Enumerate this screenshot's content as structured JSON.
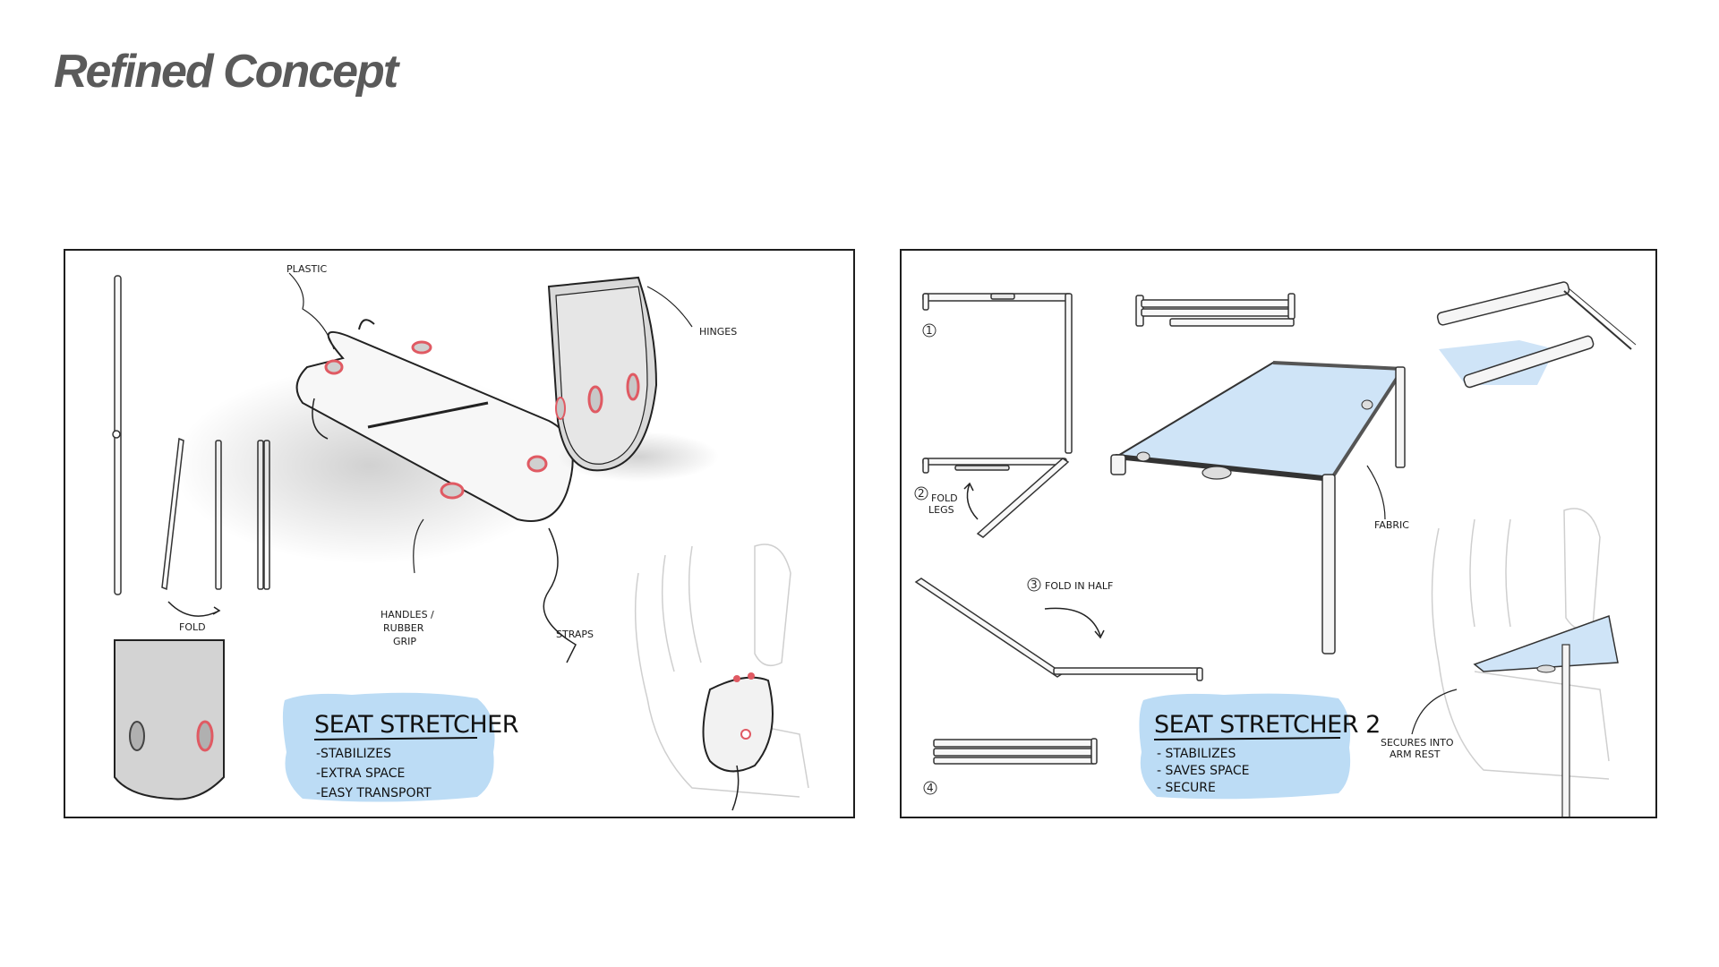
{
  "title": "Refined Concept",
  "colors": {
    "title": "#5a5a5a",
    "panel_border": "#1e1e1e",
    "fabric_blue": "#cfe4f7",
    "card_blue": "#bcdcf5",
    "grip_red": "#e05a63",
    "board_gray": "#d7d7d7"
  },
  "left_panel": {
    "labels": {
      "plastic": "PLASTIC",
      "hinges": "HINGES",
      "fold": "FOLD",
      "handles": [
        "HANDLES /",
        "RUBBER",
        "GRIP"
      ],
      "straps": "STRAPS"
    },
    "card": {
      "title": "SEAT STRETCHER",
      "items": [
        "-STABILIZES",
        "-EXTRA SPACE",
        "-EASY TRANSPORT"
      ]
    }
  },
  "right_panel": {
    "steps": {
      "one": "1",
      "two": "2",
      "three": "3",
      "four": "4"
    },
    "labels": {
      "fold_legs": [
        "FOLD",
        "LEGS"
      ],
      "fold_in_half": "FOLD IN HALF",
      "fabric": "FABRIC",
      "secures": [
        "SECURES INTO",
        "ARM REST"
      ]
    },
    "card": {
      "title": "SEAT STRETCHER 2",
      "items": [
        "- STABILIZES",
        "- SAVES SPACE",
        "- SECURE"
      ]
    }
  }
}
